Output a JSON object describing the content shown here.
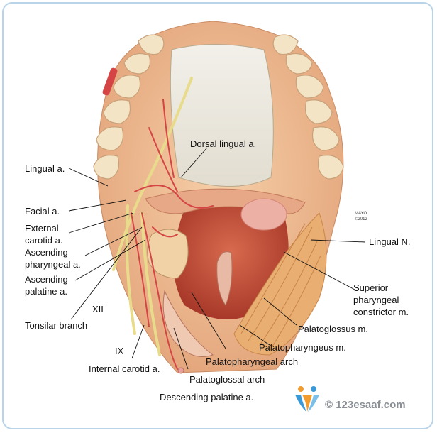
{
  "labels": {
    "dorsal_lingual": "Dorsal lingual a.",
    "lingual_a": "Lingual a.",
    "facial": "Facial a.",
    "external_carotid_1": "External",
    "external_carotid_2": "carotid a.",
    "ascending_pharyngeal_1": "Ascending",
    "ascending_pharyngeal_2": "pharyngeal a.",
    "ascending_palatine_1": "Ascending",
    "ascending_palatine_2": "palatine a.",
    "xii": "XII",
    "tonsilar_branch": "Tonsilar branch",
    "ix": "IX",
    "internal_carotid": "Internal carotid a.",
    "palatoglossal_arch": "Palatoglossal arch",
    "descending_palatine": "Descending palatine a.",
    "palatopharyngeal_arch": "Palatopharyngeal arch",
    "palatopharyngeus": "Palatopharyngeus m.",
    "palatoglossus": "Palatoglossus m.",
    "superior_constrictor_1": "Superior",
    "superior_constrictor_2": "pharyngeal",
    "superior_constrictor_3": "constrictor m.",
    "lingual_n": "Lingual N."
  },
  "signature": {
    "line1": "MAYO",
    "line2": "©2012"
  },
  "watermark": {
    "text": "© 123esaaf.com"
  },
  "colors": {
    "frame": "#b9d3e8",
    "tissue": "#eeb88e",
    "teeth": "#f4e4c6",
    "tongue": "#ece9e0",
    "pharynx": "#c8553f",
    "muscle": "#e9ae72",
    "nerve": "#efe6a0",
    "artery": "#d94a4a"
  },
  "icons": [
    "tooth-icon",
    "logo-icon"
  ]
}
